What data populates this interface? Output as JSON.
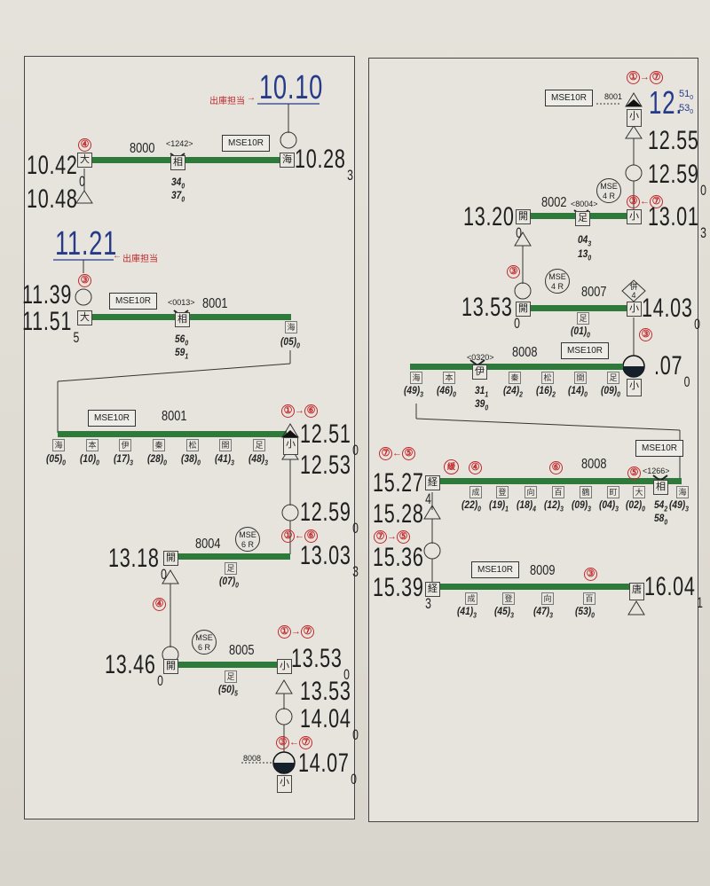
{
  "left_panel": {
    "depot_label_1": "出庫担当",
    "depot_time_1": "10.10",
    "train_8000": {
      "number": "8000",
      "formation": "MSE10R",
      "coupling_ref": "<1242>",
      "start_station": "大",
      "start_time": "10.42",
      "start_sub": "0",
      "end_station": "海",
      "end_time": "10.28",
      "end_sub": "3",
      "pass_station": "相",
      "pass_times": [
        "34",
        "0",
        "37",
        "0"
      ],
      "platform": "④",
      "after_time": "10.48"
    },
    "depot_label_2": "出庫担当",
    "depot_time_2": "11.21",
    "train_8001a": {
      "number": "8001",
      "formation": "MSE10R",
      "coupling_ref": "<0013>",
      "platform": "③",
      "arr_time": "11.39",
      "dep_time": "11.51",
      "dep_sub": "5",
      "start_station": "大",
      "pass_station": "相",
      "pass_times": [
        "56",
        "0",
        "59",
        "1"
      ],
      "end_station": "海",
      "end_time": "(05)",
      "end_sub": "0"
    },
    "train_8001b": {
      "number": "8001",
      "formation": "MSE10R",
      "stations": [
        {
          "name": "海",
          "time": "(05)",
          "sub": "0"
        },
        {
          "name": "本",
          "time": "(10)",
          "sub": "0"
        },
        {
          "name": "伊",
          "time": "(17)",
          "sub": "3"
        },
        {
          "name": "秦",
          "time": "(28)",
          "sub": "0"
        },
        {
          "name": "松",
          "time": "(38)",
          "sub": "0"
        },
        {
          "name": "開",
          "time": "(41)",
          "sub": "3"
        },
        {
          "name": "足",
          "time": "(48)",
          "sub": "3"
        }
      ],
      "end_station": "小",
      "track_change": [
        "①",
        "→",
        "⑥"
      ],
      "arr_time": "12.51",
      "arr_sub": "0",
      "after_time": "12.53",
      "next_time": "12.59",
      "next_sub": "0"
    },
    "train_8004": {
      "number": "8004",
      "formation_line1": "MSE",
      "formation_line2": "6 R",
      "track_change": [
        "①",
        "←",
        "⑥"
      ],
      "dep_time": "13.03",
      "dep_sub": "3",
      "end_station": "開",
      "end_time": "13.18",
      "end_sub": "0",
      "pass_station": "足",
      "pass_time": "(07)",
      "pass_sub": "0",
      "platform": "④"
    },
    "train_8005": {
      "number": "8005",
      "formation_line1": "MSE",
      "formation_line2": "6 R",
      "start_station": "開",
      "start_time": "13.46",
      "start_sub": "0",
      "pass_station": "足",
      "pass_time": "(50)",
      "pass_sub": "5",
      "end_station": "小",
      "track_change": [
        "①",
        "→",
        "⑦"
      ],
      "arr_time": "13.53",
      "arr_sub": "0",
      "after_time": "13.53",
      "next_time": "14.04",
      "next_sub": "0",
      "track_change_2": [
        "③",
        "←",
        "⑦"
      ],
      "couple_ref": "8008",
      "couple_time": "14.07",
      "couple_sub": "0",
      "couple_station": "小"
    }
  },
  "right_panel": {
    "top": {
      "formation": "MSE10R",
      "ref": "8001",
      "track_change": [
        "①",
        "→",
        "⑦"
      ],
      "station": "小",
      "time_main": "12.",
      "time_a": "51",
      "time_a_sub": "0",
      "time_b": "53",
      "time_b_sub": "0",
      "after_time": "12.55",
      "next_time": "12.59",
      "next_sub": "0"
    },
    "train_8002": {
      "number": "8002",
      "coupling_ref": "<8004>",
      "formation_line1": "MSE",
      "formation_line2": "4 R",
      "track_change": [
        "③",
        "←",
        "⑦"
      ],
      "dep_station": "小",
      "dep_time": "13.01",
      "dep_sub": "3",
      "pass_station": "足",
      "pass_times": [
        "04",
        "3",
        "13",
        "0"
      ],
      "end_station": "開",
      "end_time": "13.20",
      "end_sub": "0",
      "platform": "③"
    },
    "train_8007": {
      "number": "8007",
      "formation_line1": "MSE",
      "formation_line2": "4 R",
      "start_station": "開",
      "start_time": "13.53",
      "start_sub": "0",
      "pass_station": "足",
      "pass_time": "(01)",
      "pass_sub": "0",
      "end_station": "小",
      "end_time": "14.03",
      "end_sub": "0",
      "parallel_badge_line1": "併",
      "parallel_badge_line2": "4",
      "platform": "③"
    },
    "train_8008a": {
      "number": "8008",
      "formation": "MSE10R",
      "coupling_ref": "<0320>",
      "couple_station": "小",
      "couple_time": ".07",
      "couple_sub": "0",
      "stations": [
        {
          "name": "海",
          "time": "(49)",
          "sub": "3"
        },
        {
          "name": "本",
          "time": "(46)",
          "sub": "0"
        },
        {
          "name": "伊",
          "time": "31",
          "sub": "1",
          "time2": "39",
          "sub2": "0"
        },
        {
          "name": "秦",
          "time": "(24)",
          "sub": "2"
        },
        {
          "name": "松",
          "time": "(16)",
          "sub": "2"
        },
        {
          "name": "開",
          "time": "(14)",
          "sub": "0"
        },
        {
          "name": "足",
          "time": "(09)",
          "sub": "0"
        }
      ]
    },
    "train_8008b": {
      "number": "8008",
      "formation": "MSE10R",
      "coupling_ref": "<1266>",
      "slow_badge": "緩",
      "platforms": [
        "④",
        "⑥",
        "⑤"
      ],
      "track_change": [
        "⑦",
        "←",
        "⑤"
      ],
      "end_station": "経",
      "end_time": "15.27",
      "end_sub": "4",
      "after_time": "15.28",
      "stations": [
        {
          "name": "成",
          "time": "(22)",
          "sub": "0"
        },
        {
          "name": "登",
          "time": "(19)",
          "sub": "1"
        },
        {
          "name": "向",
          "time": "(18)",
          "sub": "4"
        },
        {
          "name": "百",
          "time": "(12)",
          "sub": "3"
        },
        {
          "name": "鶴",
          "time": "(09)",
          "sub": "3"
        },
        {
          "name": "町",
          "time": "(04)",
          "sub": "3"
        },
        {
          "name": "大",
          "time": "(02)",
          "sub": "0"
        },
        {
          "name": "相",
          "time": "54",
          "sub": "2",
          "time2": "58",
          "sub2": "0"
        },
        {
          "name": "海",
          "time": "(49)",
          "sub": "3"
        }
      ]
    },
    "train_8009": {
      "number": "8009",
      "formation": "MSE10R",
      "track_change": [
        "⑦",
        "→",
        "⑤"
      ],
      "arr_time": "15.36",
      "start_station": "経",
      "start_time": "15.39",
      "start_sub": "3",
      "platform": "③",
      "stations": [
        {
          "name": "成",
          "time": "(41)",
          "sub": "3"
        },
        {
          "name": "登",
          "time": "(45)",
          "sub": "3"
        },
        {
          "name": "向",
          "time": "(47)",
          "sub": "3"
        },
        {
          "name": "百",
          "time": "(53)",
          "sub": "0"
        }
      ],
      "end_station": "唐",
      "end_time": "16.04",
      "end_sub": "1"
    }
  },
  "colors": {
    "track": "#2e7a3a",
    "red": "#c0282b",
    "blue": "#263a8a",
    "ink": "#222222",
    "paper": "#e6e4dd"
  }
}
